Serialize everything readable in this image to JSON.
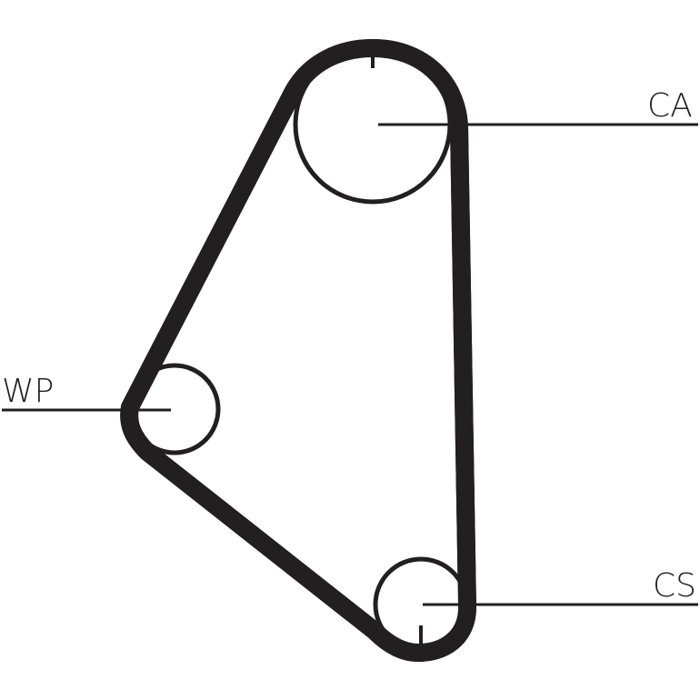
{
  "diagram": {
    "type": "timing-belt-layout",
    "colors": {
      "belt": "#231f20",
      "pulley_outline": "#231f20",
      "leader_line": "#231f20",
      "label": "#231f20",
      "background": "#ffffff"
    },
    "labels": {
      "camshaft": "CA",
      "water_pump": "WP",
      "crankshaft": "CS"
    }
  }
}
